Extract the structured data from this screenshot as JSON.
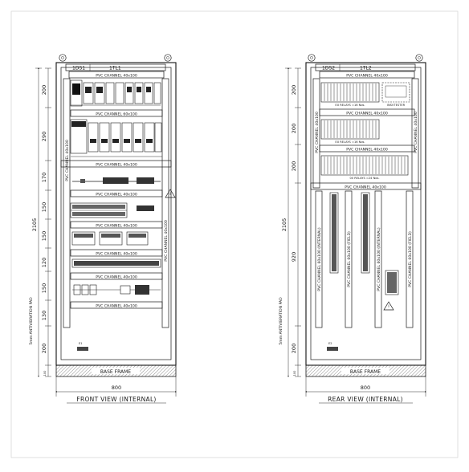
{
  "front": {
    "title": "FRONT VIEW (INTERNAL)",
    "tag_left": "1DS1",
    "tag_right": "1TL1",
    "channel_top": "PVC CHANNEL 40x100",
    "channel_mcb": "PVC CHANNEL 60x100",
    "channel_row": "PVC CHANNEL 40x100",
    "channel_left": "PVC CHANNEL 40x100",
    "channel_right": "PVC CHANNEL 40x100",
    "base": "BASE FRAME",
    "width_dim": "800",
    "height_dim": "2105",
    "pad_label": "5mm ANTIVIBRATION PAD",
    "segments": [
      "200",
      "290",
      "170",
      "150",
      "150",
      "120",
      "150",
      "130",
      "200"
    ],
    "base_dim": "100",
    "terminal_label": "E1"
  },
  "rear": {
    "title": "REAR VIEW (INTERNAL)",
    "tag_left": "1DS2",
    "tag_right": "1TL2",
    "channel_top": "PVC CHANNEL 40x100",
    "relays_1": "EX RELAYS =16 Nos.",
    "relays_2": "EX RELAYS =16 Nos.",
    "relays_3": "00 RELAYS =24 Nos.",
    "channel_mid1": "PVC CHANNEL 40x100",
    "channel_mid2": "PVC CHANNEL 40x100",
    "channel_mid3": "PVC CHANNEL 40x100",
    "channel_v1": "PVC CHANNEL 60x100 (INTERNAL)",
    "channel_v2": "PVC CHANNEL 60x100 (FIELD)",
    "channel_v3": "PVC CHANNEL 60x100 (INTERNAL)",
    "channel_v4": "PVC CHANNEL 60x100 (FIELD)",
    "channel_left": "PVC CHANNEL 40x100",
    "channel_right": "PVC CHANNEL 40x100",
    "tester": "INSVTESTER",
    "base": "BASE FRAME",
    "width_dim": "800",
    "height_dim": "2105",
    "pad_label": "5mm ANTIVIBRATION PAD",
    "segments": [
      "200",
      "200",
      "200",
      "920",
      "200"
    ],
    "base_dim": "100",
    "terminal_label": "E2"
  }
}
